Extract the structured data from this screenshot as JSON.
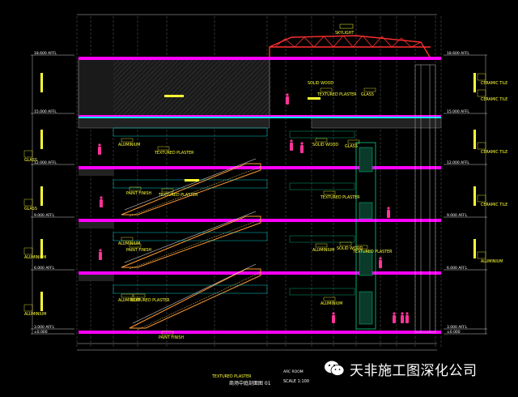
{
  "drawing": {
    "title": "商场中庭剖面图 01",
    "scale": "SCALE 1:100",
    "roof_label": "SKYLIGHT",
    "upper_label": "SOLID WOOD",
    "labels_left": [
      "ALUMINIUM",
      "TEXTURED PLASTER",
      "PAINT FINISH",
      "TEXTURED PLASTER",
      "ALUMINIUM",
      "PAINT FINISH",
      "ALUMINIUM",
      "TEXTURED PLASTER",
      "PAINT FINISH"
    ],
    "labels_right": [
      "TEXTURED PLASTER",
      "GLASS",
      "SOLID WOOD",
      "GLASS",
      "TEXTURED PLASTER",
      "ALUMINIUM",
      "SOLID WOOD",
      "TEXTURED PLASTER",
      "ALUMINIUM"
    ],
    "side_labels_right": [
      "CERAMIC TILE",
      "CERAMIC TILE",
      "CERAMIC TILE",
      "CERAMIC TILE",
      "ALUMINIUM"
    ],
    "side_labels_left": [
      "GLASS",
      "GLASS",
      "ALUMINIUM",
      "ALUMINIUM"
    ],
    "bottom_label": "TEXTURED PLASTER",
    "bottom_mark": "ARC ROOM",
    "level_marks": [
      "18.600 AFFL",
      "15.000 AFFL",
      "12.000 AFFL",
      "9.000 AFFL",
      "6.000 AFFL",
      "3.000 AFFL",
      "±0.000"
    ]
  },
  "watermark": {
    "text": "天非施工图深化公司",
    "icon": "wechat-icon"
  },
  "colors": {
    "background": "#000000",
    "floor_slab": "#ff00ff",
    "roof_truss": "#ff3030",
    "annotation": "#ffff33",
    "grid": "#8a8a8a",
    "escalator": "#ff9933",
    "glass_panel": "#00cc88",
    "figure": "#ff3399",
    "rail": "#00ffff"
  }
}
